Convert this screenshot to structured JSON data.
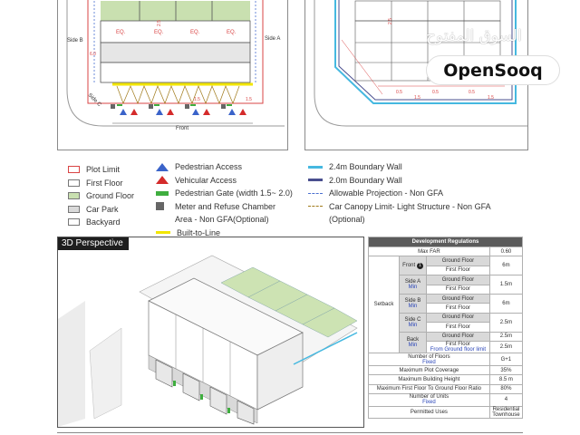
{
  "plan_left": {
    "side_b": "Side B",
    "side_a": "Side A",
    "side_c": "Side C",
    "front": "Front",
    "eq_labels": [
      "EQ.",
      "EQ.",
      "EQ.",
      "EQ."
    ],
    "dims": [
      "6.0",
      "2.5",
      "1.5",
      "1.5"
    ]
  },
  "plan_right": {
    "dims": [
      "2.5",
      "1.5",
      "1.5",
      "0.5",
      "0.5",
      "0.5"
    ]
  },
  "legend_col1": [
    {
      "label": "Plot Limit",
      "color": "#d94444",
      "type": "box-outline"
    },
    {
      "label": "First Floor",
      "color": "#ffffff",
      "type": "box"
    },
    {
      "label": "Ground Floor",
      "color": "#c9e0b0",
      "type": "box"
    },
    {
      "label": "Car Park",
      "color": "#d9d9d9",
      "type": "box"
    },
    {
      "label": "Backyard",
      "color": "#ffffff",
      "type": "box"
    }
  ],
  "legend_col2": [
    {
      "label": "Pedestrian Access",
      "color": "#3a63c9",
      "type": "triangle"
    },
    {
      "label": "Vehicular Access",
      "color": "#d42b2b",
      "type": "triangle"
    },
    {
      "label": "Pedestrian Gate (width 1.5~ 2.0)",
      "color": "#3fae3f",
      "type": "bar"
    },
    {
      "label": "Meter and Refuse Chamber",
      "label2": "Area - Non GFA(Optional)",
      "color": "#666666",
      "type": "square"
    },
    {
      "label": "Built-to-Line",
      "color": "#f2e600",
      "type": "line"
    }
  ],
  "legend_col3": [
    {
      "label": "2.4m Boundary Wall",
      "color": "#45b8e0",
      "type": "line"
    },
    {
      "label": "2.0m Boundary Wall",
      "color": "#4a4f8f",
      "type": "line"
    },
    {
      "label": "Allowable Projection - Non GFA",
      "color": "#4a6fd0",
      "type": "dash"
    },
    {
      "label": "Car Canopy Limit- Light Structure - Non GFA",
      "label2": "(Optional)",
      "color": "#a07a1a",
      "type": "dash"
    }
  ],
  "perspective": {
    "title": "3D Perspective"
  },
  "regulations": {
    "title": "Development Regulations",
    "max_far_label": "Max FAR",
    "max_far": "0.60",
    "setback_label": "Setback",
    "front_label": "Front",
    "front_badge": "1",
    "side_a": "Side A",
    "side_b": "Side B",
    "side_c": "Side C",
    "back": "Back",
    "min": "Min",
    "ground_floor": "Ground Floor",
    "first_floor": "First Floor",
    "from_gf_limit": "From Ground floor limit",
    "front_val": "6m",
    "side_a_val": "1.5m",
    "side_b_val": "6m",
    "side_c_val": "2.5m",
    "back_gf_val": "2.5m",
    "back_ff_val": "2.5m",
    "floors_label": "Number of Floors",
    "fixed": "Fixed",
    "floors_val": "G+1",
    "coverage_label": "Maximum Plot Coverage",
    "coverage_val": "35%",
    "height_label": "Maximum Building Height",
    "height_val": "8.5 m",
    "ratio_label": "Maximum First Floor To Ground Floor Ratio",
    "ratio_val": "80%",
    "units_label": "Number of Units",
    "units_val": "4",
    "uses_label": "Permitted Uses",
    "uses_val1": "Residential",
    "uses_val2": "Townhouse"
  },
  "watermark": {
    "arabic": "السوق المفتوح",
    "brand": "OpenSooq"
  }
}
